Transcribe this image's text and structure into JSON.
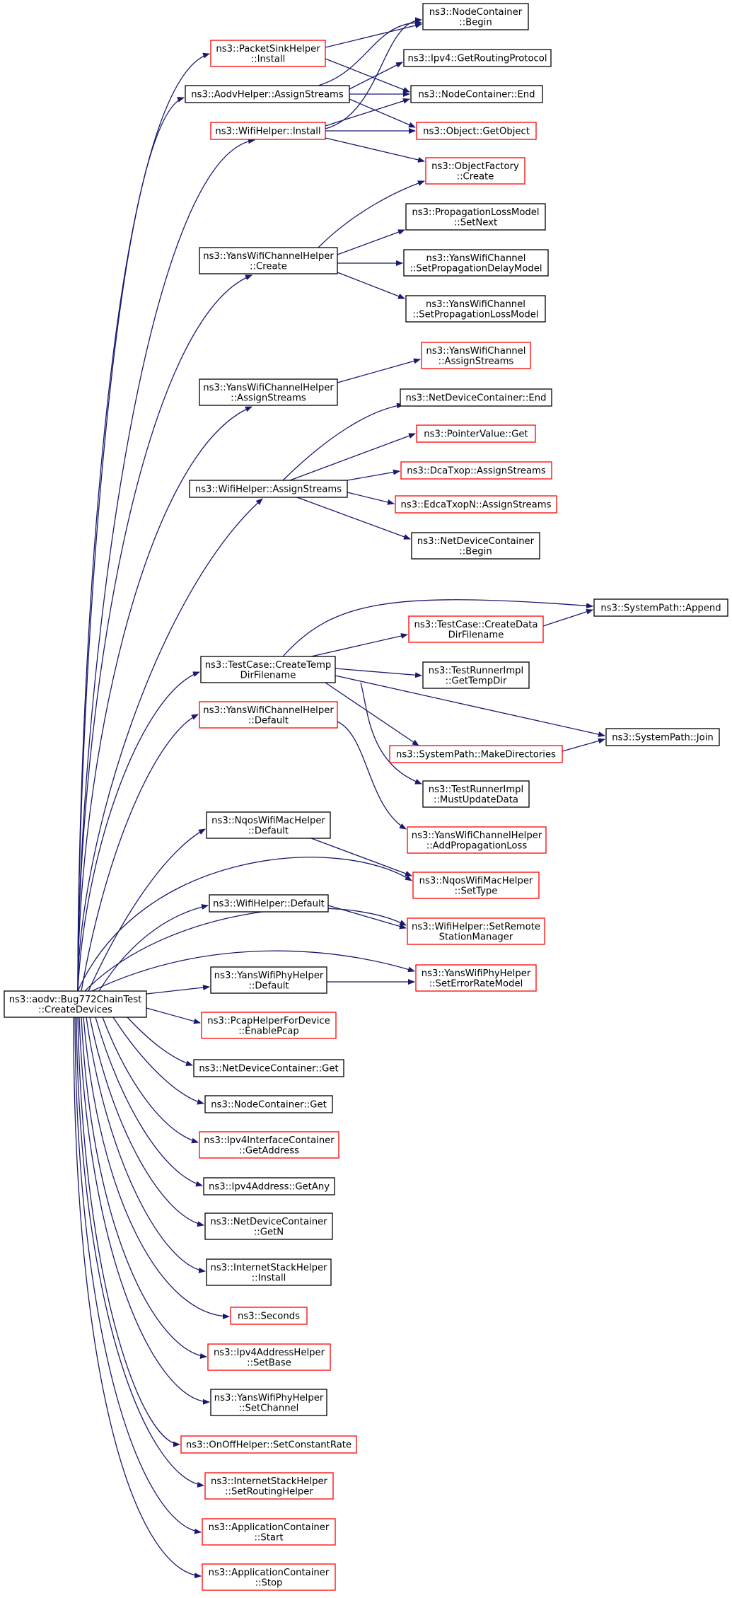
{
  "colors": {
    "edge": "#191970",
    "black_border": "#000000",
    "red_border": "#ff0000",
    "root_fill": "#bfbfbf"
  },
  "nodes": {
    "root": {
      "lines": [
        "ns3::aodv::Bug772ChainTest",
        "::CreateDevices"
      ],
      "border": "black",
      "root": true
    },
    "packetSinkInstall": {
      "lines": [
        "ns3::PacketSinkHelper",
        "::Install"
      ],
      "border": "red"
    },
    "aodvAssign": {
      "lines": [
        "ns3::AodvHelper::AssignStreams"
      ],
      "border": "black"
    },
    "wifiInstall": {
      "lines": [
        "ns3::WifiHelper::Install"
      ],
      "border": "red"
    },
    "yansChCreate": {
      "lines": [
        "ns3::YansWifiChannelHelper",
        "::Create"
      ],
      "border": "black"
    },
    "yansChAssign": {
      "lines": [
        "ns3::YansWifiChannelHelper",
        "::AssignStreams"
      ],
      "border": "black"
    },
    "wifiAssign": {
      "lines": [
        "ns3::WifiHelper::AssignStreams"
      ],
      "border": "black"
    },
    "createTemp": {
      "lines": [
        "ns3::TestCase::CreateTemp",
        "DirFilename"
      ],
      "border": "black"
    },
    "yansChDefault": {
      "lines": [
        "ns3::YansWifiChannelHelper",
        "::Default"
      ],
      "border": "red"
    },
    "nqosDefault": {
      "lines": [
        "ns3::NqosWifiMacHelper",
        "::Default"
      ],
      "border": "black"
    },
    "wifiDefault": {
      "lines": [
        "ns3::WifiHelper::Default"
      ],
      "border": "black"
    },
    "yansPhyDefault": {
      "lines": [
        "ns3::YansWifiPhyHelper",
        "::Default"
      ],
      "border": "black"
    },
    "pcapEnable": {
      "lines": [
        "ns3::PcapHelperForDevice",
        "::EnablePcap"
      ],
      "border": "red"
    },
    "ndcGet": {
      "lines": [
        "ns3::NetDeviceContainer::Get"
      ],
      "border": "black"
    },
    "ncGet": {
      "lines": [
        "ns3::NodeContainer::Get"
      ],
      "border": "black"
    },
    "ipv4IfGetAddr": {
      "lines": [
        "ns3::Ipv4InterfaceContainer",
        "::GetAddress"
      ],
      "border": "red"
    },
    "ipv4GetAny": {
      "lines": [
        "ns3::Ipv4Address::GetAny"
      ],
      "border": "black"
    },
    "ndcGetN": {
      "lines": [
        "ns3::NetDeviceContainer",
        "::GetN"
      ],
      "border": "black"
    },
    "inetInstall": {
      "lines": [
        "ns3::InternetStackHelper",
        "::Install"
      ],
      "border": "black"
    },
    "seconds": {
      "lines": [
        "ns3::Seconds"
      ],
      "border": "red"
    },
    "ipv4SetBase": {
      "lines": [
        "ns3::Ipv4AddressHelper",
        "::SetBase"
      ],
      "border": "red"
    },
    "yansPhySetChannel": {
      "lines": [
        "ns3::YansWifiPhyHelper",
        "::SetChannel"
      ],
      "border": "black"
    },
    "onoffRate": {
      "lines": [
        "ns3::OnOffHelper::SetConstantRate"
      ],
      "border": "red"
    },
    "inetSetRouting": {
      "lines": [
        "ns3::InternetStackHelper",
        "::SetRoutingHelper"
      ],
      "border": "red"
    },
    "appStart": {
      "lines": [
        "ns3::ApplicationContainer",
        "::Start"
      ],
      "border": "red"
    },
    "appStop": {
      "lines": [
        "ns3::ApplicationContainer",
        "::Stop"
      ],
      "border": "red"
    },
    "ncBegin": {
      "lines": [
        "ns3::NodeContainer",
        "::Begin"
      ],
      "border": "black"
    },
    "ipv4GetRouting": {
      "lines": [
        "ns3::Ipv4::GetRoutingProtocol"
      ],
      "border": "black"
    },
    "ncEnd": {
      "lines": [
        "ns3::NodeContainer::End"
      ],
      "border": "black"
    },
    "objGetObject": {
      "lines": [
        "ns3::Object::GetObject"
      ],
      "border": "red"
    },
    "objFactoryCreate": {
      "lines": [
        "ns3::ObjectFactory",
        "::Create"
      ],
      "border": "red"
    },
    "propLossSetNext": {
      "lines": [
        "ns3::PropagationLossModel",
        "::SetNext"
      ],
      "border": "black"
    },
    "yansChSetDelay": {
      "lines": [
        "ns3::YansWifiChannel",
        "::SetPropagationDelayModel"
      ],
      "border": "black"
    },
    "yansChSetLoss": {
      "lines": [
        "ns3::YansWifiChannel",
        "::SetPropagationLossModel"
      ],
      "border": "black"
    },
    "yansChannelAssign": {
      "lines": [
        "ns3::YansWifiChannel",
        "::AssignStreams"
      ],
      "border": "red"
    },
    "ndcEnd": {
      "lines": [
        "ns3::NetDeviceContainer::End"
      ],
      "border": "black"
    },
    "pointerGet": {
      "lines": [
        "ns3::PointerValue::Get"
      ],
      "border": "red"
    },
    "dcaAssign": {
      "lines": [
        "ns3::DcaTxop::AssignStreams"
      ],
      "border": "red"
    },
    "edcaAssign": {
      "lines": [
        "ns3::EdcaTxopN::AssignStreams"
      ],
      "border": "red"
    },
    "ndcBegin": {
      "lines": [
        "ns3::NetDeviceContainer",
        "::Begin"
      ],
      "border": "black"
    },
    "createDataDir": {
      "lines": [
        "ns3::TestCase::CreateData",
        "DirFilename"
      ],
      "border": "red"
    },
    "getTempDir": {
      "lines": [
        "ns3::TestRunnerImpl",
        "::GetTempDir"
      ],
      "border": "black"
    },
    "makeDirs": {
      "lines": [
        "ns3::SystemPath::MakeDirectories"
      ],
      "border": "red"
    },
    "mustUpdate": {
      "lines": [
        "ns3::TestRunnerImpl",
        "::MustUpdateData"
      ],
      "border": "black"
    },
    "sysAppend": {
      "lines": [
        "ns3::SystemPath::Append"
      ],
      "border": "black"
    },
    "sysJoin": {
      "lines": [
        "ns3::SystemPath::Join"
      ],
      "border": "black"
    },
    "addPropLoss": {
      "lines": [
        "ns3::YansWifiChannelHelper",
        "::AddPropagationLoss"
      ],
      "border": "red"
    },
    "nqosSetType": {
      "lines": [
        "ns3::NqosWifiMacHelper",
        "::SetType"
      ],
      "border": "red"
    },
    "setRemoteStation": {
      "lines": [
        "ns3::WifiHelper::SetRemote",
        "StationManager"
      ],
      "border": "red"
    },
    "setErrorRate": {
      "lines": [
        "ns3::YansWifiPhyHelper",
        "::SetErrorRateModel"
      ],
      "border": "red"
    }
  }
}
